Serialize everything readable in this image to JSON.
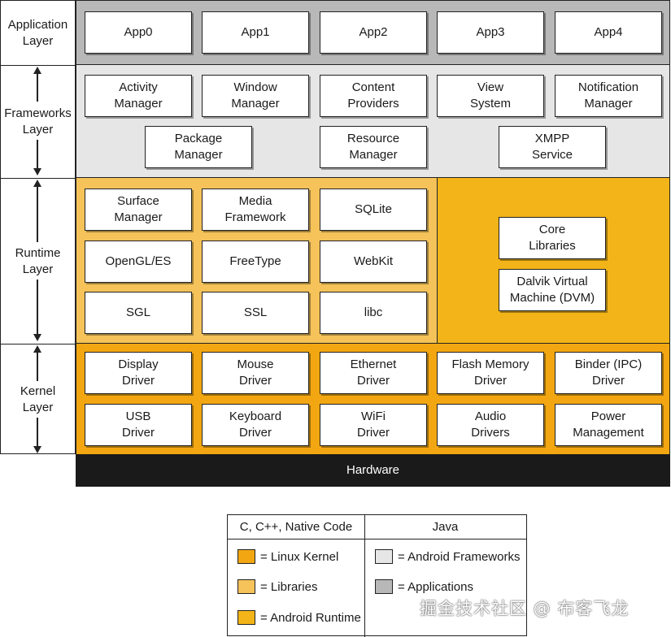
{
  "layer_labels": {
    "application": "Application\nLayer",
    "frameworks": "Frameworks\nLayer",
    "runtime": "Runtime\nLayer",
    "kernel": "Kernel\nLayer"
  },
  "application_layer": [
    "App0",
    "App1",
    "App2",
    "App3",
    "App4"
  ],
  "frameworks_layer": {
    "row1": [
      "Activity\nManager",
      "Window\nManager",
      "Content\nProviders",
      "View\nSystem",
      "Notification\nManager"
    ],
    "row2": [
      "Package\nManager",
      "Resource\nManager",
      "XMPP\nService"
    ]
  },
  "runtime_layer": {
    "libraries": [
      [
        "Surface\nManager",
        "Media\nFramework",
        "SQLite"
      ],
      [
        "OpenGL/ES",
        "FreeType",
        "WebKit"
      ],
      [
        "SGL",
        "SSL",
        "libc"
      ]
    ],
    "android_runtime": [
      "Core\nLibraries",
      "Dalvik Virtual\nMachine (DVM)"
    ]
  },
  "kernel_layer": {
    "row1": [
      "Display\nDriver",
      "Mouse\nDriver",
      "Ethernet\nDriver",
      "Flash Memory\nDriver",
      "Binder (IPC)\nDriver"
    ],
    "row2": [
      "USB\nDriver",
      "Keyboard\nDriver",
      "WiFi\nDriver",
      "Audio\nDrivers",
      "Power\nManagement"
    ]
  },
  "hardware": "Hardware",
  "legend": {
    "native_header": "C, C++, Native Code",
    "java_header": "Java",
    "native_items": [
      {
        "label": "= Linux Kernel",
        "color": "#f2a712"
      },
      {
        "label": "= Libraries",
        "color": "#f5c35a"
      },
      {
        "label": "= Android Runtime",
        "color": "#f2b418"
      }
    ],
    "java_items": [
      {
        "label": "= Android Frameworks",
        "color": "#e6e6e6"
      },
      {
        "label": "= Applications",
        "color": "#b8b8b8"
      }
    ]
  },
  "watermark": "掘金技术社区 @ 布客飞龙"
}
